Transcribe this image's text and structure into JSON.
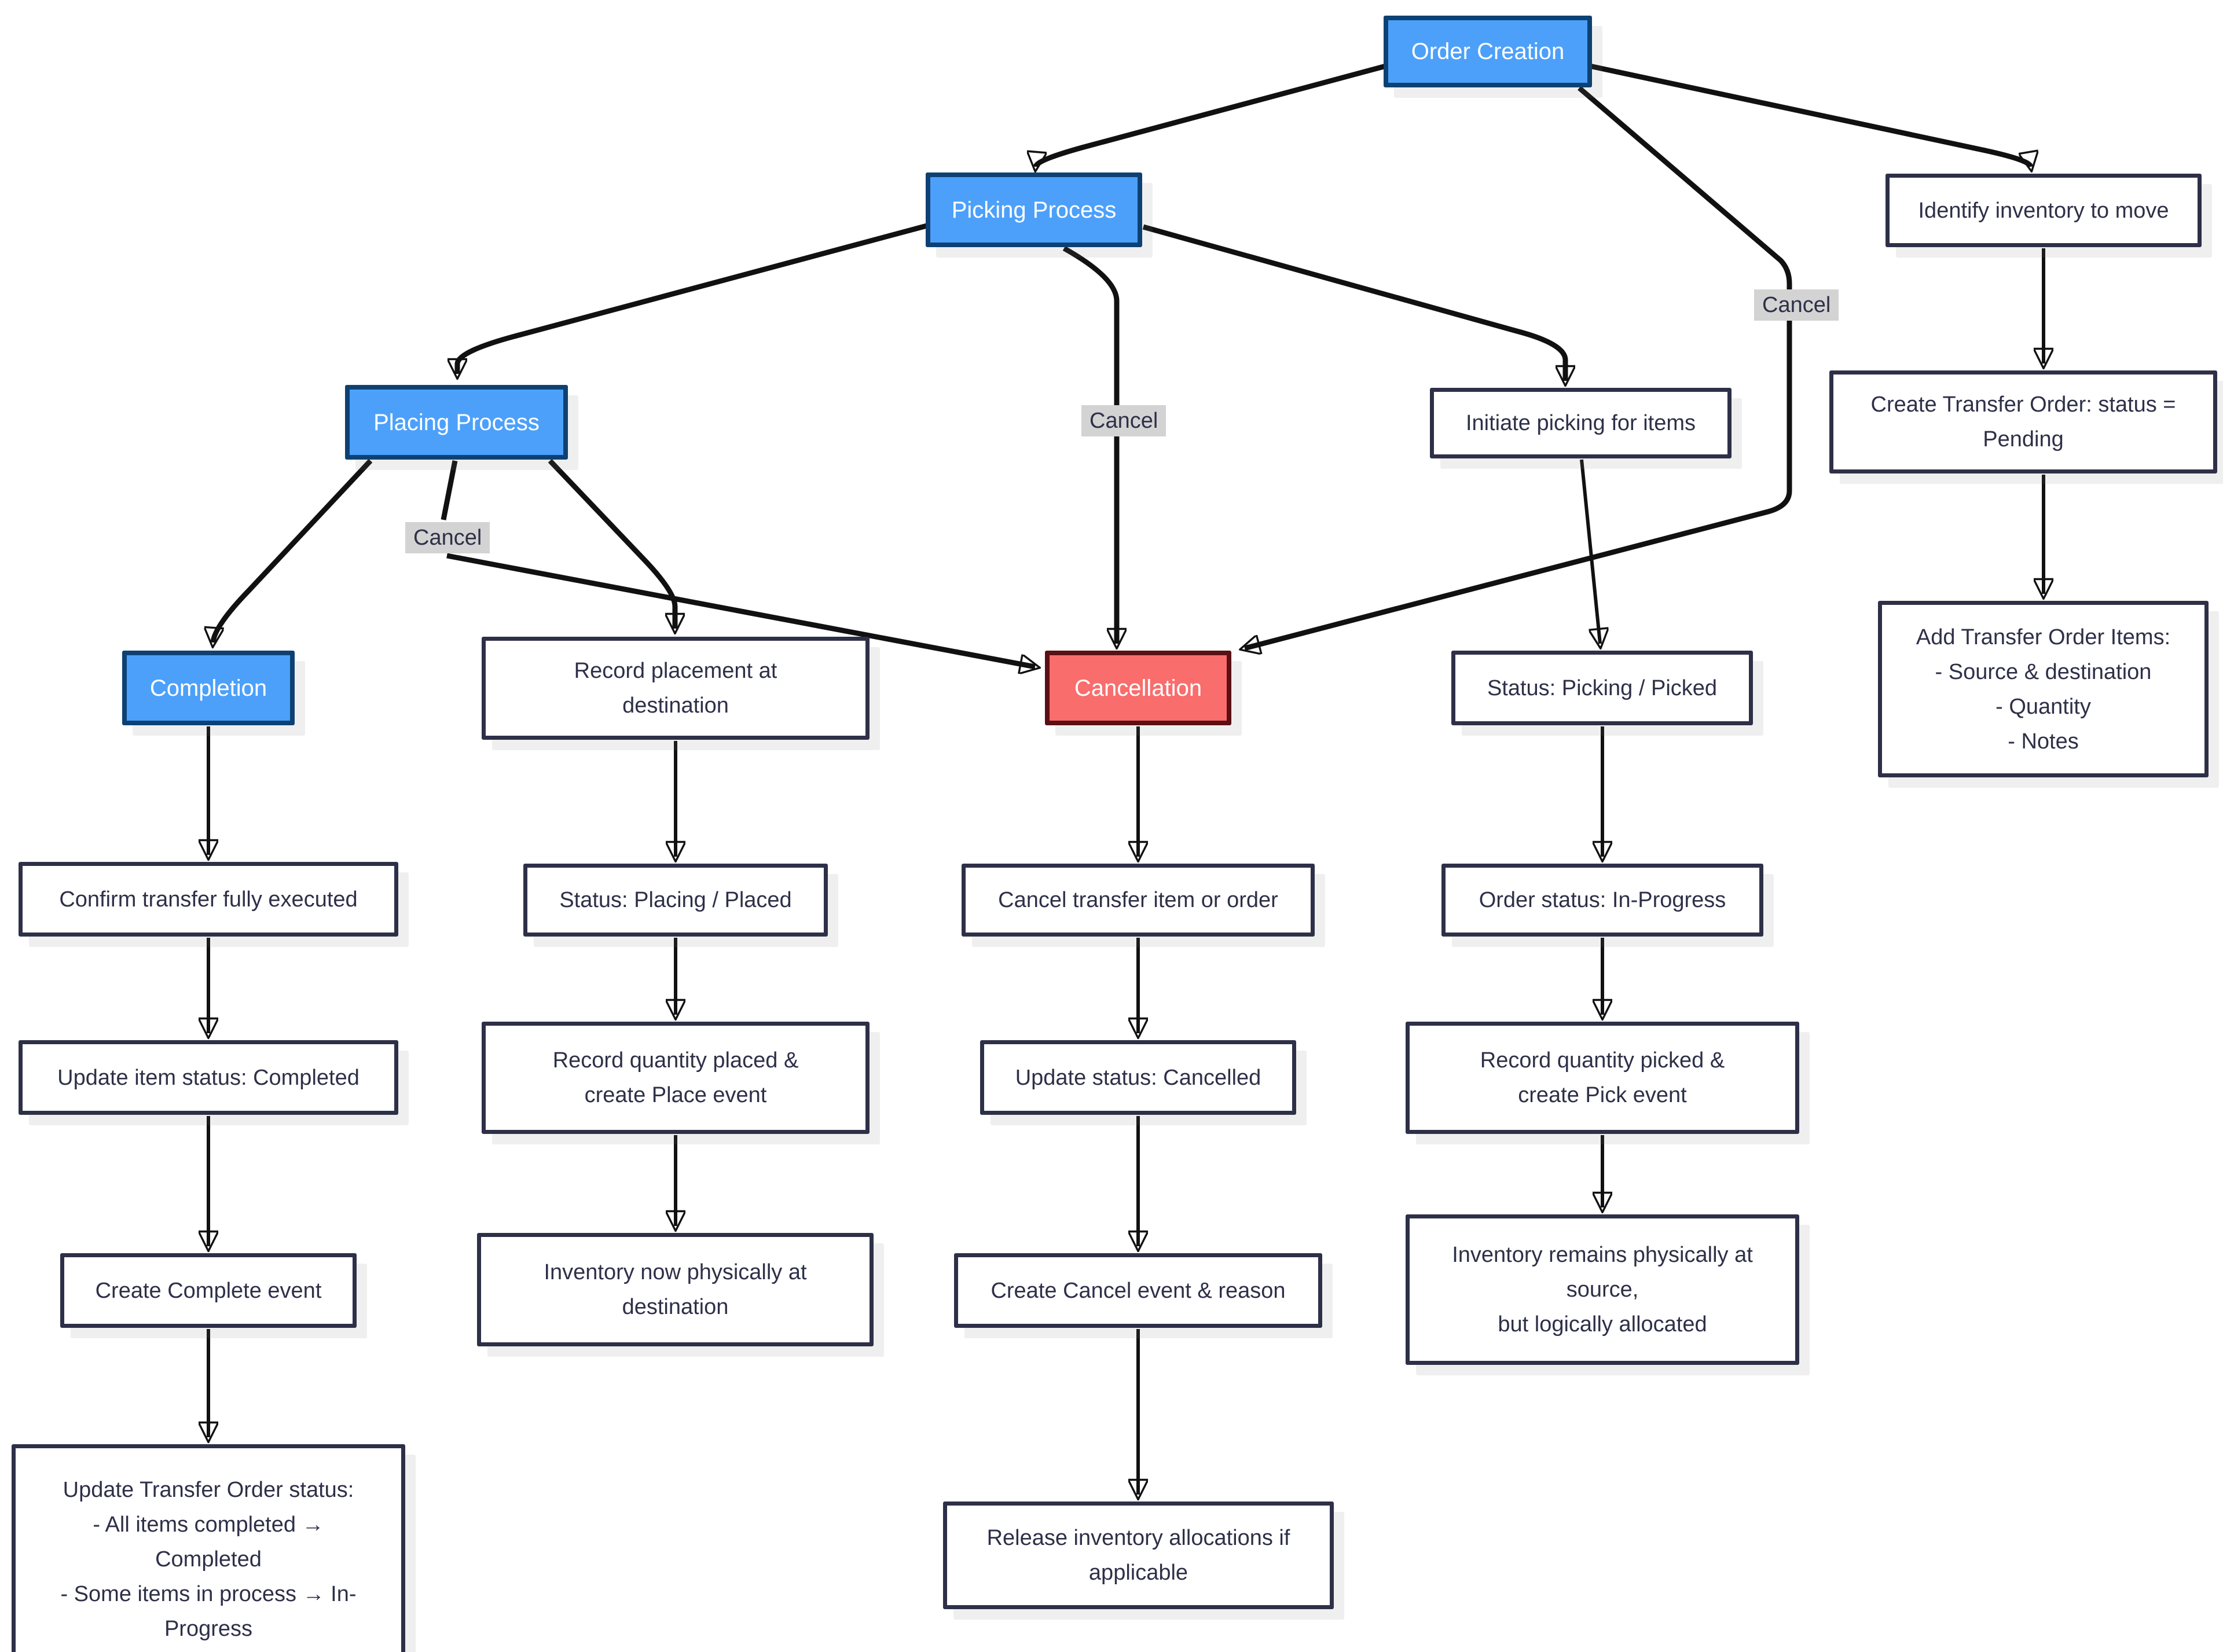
{
  "diagram": {
    "type": "flowchart",
    "colors": {
      "process_fill": "#4ca0fa",
      "process_border": "#0e4173",
      "cancel_fill": "#f96d6d",
      "cancel_border": "#5a1014",
      "step_border": "#2e3048",
      "step_text": "#2e3048",
      "edge": "#111111",
      "edge_label_bg": "#d3d3d3",
      "background": "#ffffff"
    },
    "nodes": {
      "order_creation": {
        "label": "Order Creation",
        "type": "process"
      },
      "picking_process": {
        "label": "Picking Process",
        "type": "process"
      },
      "identify_inventory": {
        "label": "Identify inventory to move",
        "type": "step"
      },
      "placing_process": {
        "label": "Placing Process",
        "type": "process"
      },
      "initiate_picking": {
        "label": "Initiate picking for items",
        "type": "step"
      },
      "create_transfer_order": {
        "label": "Create Transfer Order: status =\nPending",
        "type": "step"
      },
      "completion": {
        "label": "Completion",
        "type": "process"
      },
      "record_placement": {
        "label": "Record placement at\ndestination",
        "type": "step"
      },
      "cancellation": {
        "label": "Cancellation",
        "type": "cancel"
      },
      "status_picking_picked": {
        "label": "Status: Picking / Picked",
        "type": "step"
      },
      "add_transfer_order_items": {
        "label": "Add Transfer Order Items:\n- Source & destination\n- Quantity\n- Notes",
        "type": "step"
      },
      "confirm_transfer": {
        "label": "Confirm transfer fully executed",
        "type": "step"
      },
      "status_placing_placed": {
        "label": "Status: Placing / Placed",
        "type": "step"
      },
      "cancel_transfer_item": {
        "label": "Cancel transfer item or order",
        "type": "step"
      },
      "order_status_in_progress": {
        "label": "Order status: In-Progress",
        "type": "step"
      },
      "update_item_status": {
        "label": "Update item status: Completed",
        "type": "step"
      },
      "record_qty_placed": {
        "label": "Record quantity placed &\ncreate Place event",
        "type": "step"
      },
      "update_status_cancelled": {
        "label": "Update status: Cancelled",
        "type": "step"
      },
      "record_qty_picked": {
        "label": "Record quantity picked &\ncreate Pick event",
        "type": "step"
      },
      "create_complete_event": {
        "label": "Create Complete event",
        "type": "step"
      },
      "inventory_at_destination": {
        "label": "Inventory now physically at\ndestination",
        "type": "step"
      },
      "create_cancel_event": {
        "label": "Create Cancel event & reason",
        "type": "step"
      },
      "inventory_remains_source": {
        "label": "Inventory remains physically at\nsource,\nbut logically allocated",
        "type": "step"
      },
      "update_transfer_order_status": {
        "label": "Update Transfer Order status:\n- All items completed →\nCompleted\n- Some items in process → In-\nProgress",
        "type": "step"
      },
      "release_inventory": {
        "label": "Release inventory allocations if\napplicable",
        "type": "step"
      }
    },
    "edge_labels": {
      "placing_cancel": "Cancel",
      "picking_cancel": "Cancel",
      "order_cancel": "Cancel"
    },
    "edges": [
      {
        "from": "order_creation",
        "to": "picking_process"
      },
      {
        "from": "order_creation",
        "to": "identify_inventory"
      },
      {
        "from": "order_creation",
        "to": "cancellation",
        "label": "Cancel"
      },
      {
        "from": "picking_process",
        "to": "placing_process"
      },
      {
        "from": "picking_process",
        "to": "cancellation",
        "label": "Cancel"
      },
      {
        "from": "picking_process",
        "to": "initiate_picking"
      },
      {
        "from": "placing_process",
        "to": "completion"
      },
      {
        "from": "placing_process",
        "to": "cancellation",
        "label": "Cancel"
      },
      {
        "from": "placing_process",
        "to": "record_placement"
      },
      {
        "from": "initiate_picking",
        "to": "status_picking_picked"
      },
      {
        "from": "identify_inventory",
        "to": "create_transfer_order"
      },
      {
        "from": "create_transfer_order",
        "to": "add_transfer_order_items"
      },
      {
        "from": "completion",
        "to": "confirm_transfer"
      },
      {
        "from": "confirm_transfer",
        "to": "update_item_status"
      },
      {
        "from": "update_item_status",
        "to": "create_complete_event"
      },
      {
        "from": "create_complete_event",
        "to": "update_transfer_order_status"
      },
      {
        "from": "record_placement",
        "to": "status_placing_placed"
      },
      {
        "from": "status_placing_placed",
        "to": "record_qty_placed"
      },
      {
        "from": "record_qty_placed",
        "to": "inventory_at_destination"
      },
      {
        "from": "cancellation",
        "to": "cancel_transfer_item"
      },
      {
        "from": "cancel_transfer_item",
        "to": "update_status_cancelled"
      },
      {
        "from": "update_status_cancelled",
        "to": "create_cancel_event"
      },
      {
        "from": "create_cancel_event",
        "to": "release_inventory"
      },
      {
        "from": "status_picking_picked",
        "to": "order_status_in_progress"
      },
      {
        "from": "order_status_in_progress",
        "to": "record_qty_picked"
      },
      {
        "from": "record_qty_picked",
        "to": "inventory_remains_source"
      }
    ]
  }
}
